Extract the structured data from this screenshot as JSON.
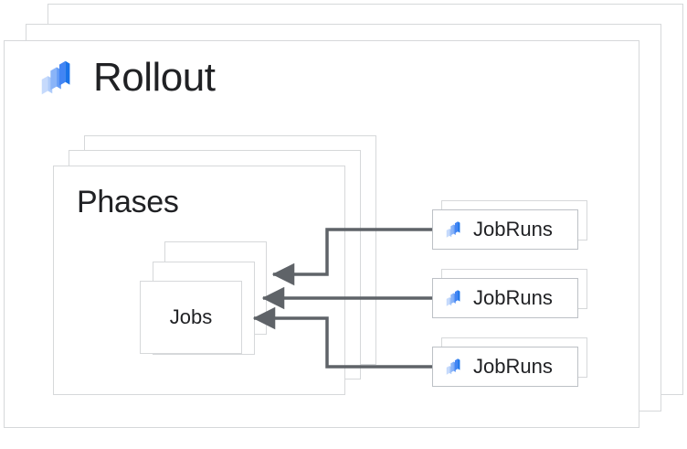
{
  "diagram": {
    "title": "Rollout",
    "logo_icon": "cloud-deploy-logo-icon",
    "logo_colors": {
      "light": "#c6dafc",
      "medium": "#8ab4f8",
      "bright": "#4285f4"
    },
    "card_border_color": "#d6d8da",
    "arrow_color": "#5f6368",
    "text_color": "#202124",
    "background": "#ffffff"
  },
  "rollout": {
    "title": "Rollout",
    "stack_count": 3
  },
  "phases": {
    "title": "Phases",
    "stack_count": 3
  },
  "jobs": {
    "title": "Jobs",
    "stack_count": 3
  },
  "jobruns": [
    {
      "label": "JobRuns",
      "icon": "cloud-deploy-logo-icon"
    },
    {
      "label": "JobRuns",
      "icon": "cloud-deploy-logo-icon"
    },
    {
      "label": "JobRuns",
      "icon": "cloud-deploy-logo-icon"
    }
  ],
  "connections": [
    {
      "from": "jobruns.0",
      "to": "jobs",
      "style": "orthogonal-arrow"
    },
    {
      "from": "jobruns.1",
      "to": "jobs",
      "style": "straight-arrow"
    },
    {
      "from": "jobruns.2",
      "to": "jobs",
      "style": "orthogonal-arrow"
    }
  ]
}
